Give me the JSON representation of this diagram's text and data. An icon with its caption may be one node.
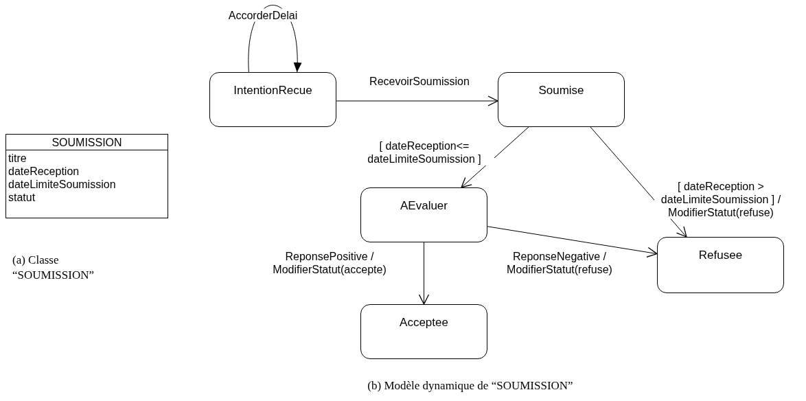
{
  "diagram": {
    "caption": "(b) Modèle dynamique de “SOUMISSION”",
    "nodes": [
      {
        "text": [
          "SOUMISSION",
          "titre",
          "dateReception",
          "dateLimiteSoumission",
          "statut"
        ],
        "beside": [
          "(a) Classe “SOUMISSION”"
        ]
      },
      {
        "text": [
          "IntentionRecue"
        ]
      },
      {
        "text": [
          "Soumise"
        ]
      },
      {
        "text": [
          "AEvaluer"
        ]
      },
      {
        "text": [
          "Refusee"
        ]
      },
      {
        "text": [
          "Acceptee"
        ]
      }
    ],
    "edges": [
      {
        "from": 1,
        "to": 1,
        "arrow": "to",
        "label": "AccorderDelai"
      },
      {
        "from": 1,
        "to": 2,
        "arrow": "to",
        "label": "RecevoirSoumission"
      },
      {
        "from": 2,
        "to": 3,
        "arrow": "to",
        "label": "[ dateReception<= dateLimiteSoumission ]"
      },
      {
        "from": 2,
        "to": 4,
        "arrow": "to",
        "label": "[ dateReception > dateLimiteSoumission ] / ModifierStatut(refuse)"
      },
      {
        "from": 3,
        "to": 4,
        "arrow": "to",
        "label": "ReponseNegative / ModifierStatut(refuse)"
      },
      {
        "from": 3,
        "to": 5,
        "arrow": "to",
        "label": "ReponsePositive / ModifierStatut(accepte)"
      }
    ]
  }
}
